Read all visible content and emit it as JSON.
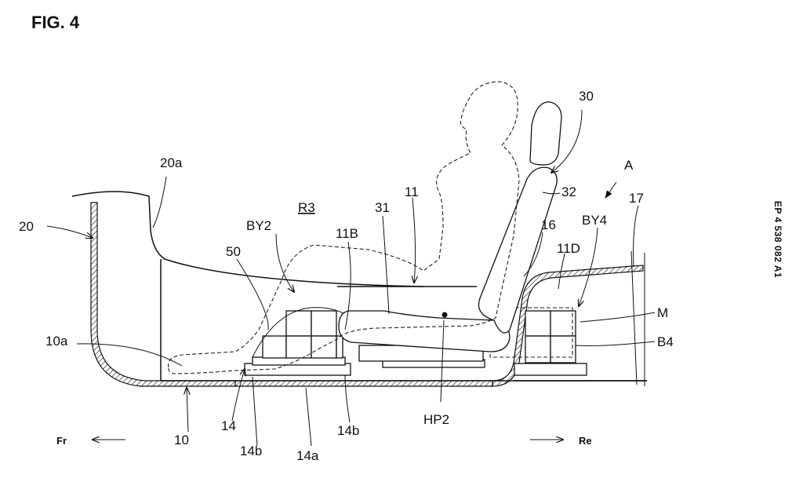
{
  "figure": {
    "title": "FIG. 4",
    "publication_number": "EP 4 538 082 A1"
  },
  "labels": {
    "l20a": "20a",
    "l20": "20",
    "r3": "R3",
    "l11": "11",
    "l30": "30",
    "lA": "A",
    "l32": "32",
    "l17": "17",
    "by2": "BY2",
    "l31": "31",
    "l11b": "11B",
    "l50": "50",
    "l16": "16",
    "by4": "BY4",
    "l11d": "11D",
    "lM": "M",
    "b4": "B4",
    "l10a": "10a",
    "l14": "14",
    "l14b_left": "14b",
    "l14b_right": "14b",
    "l14a": "14a",
    "l10": "10",
    "hp2": "HP2"
  },
  "directions": {
    "front": "Fr",
    "rear": "Re"
  },
  "colors": {
    "line": "#111111",
    "background": "#ffffff"
  }
}
